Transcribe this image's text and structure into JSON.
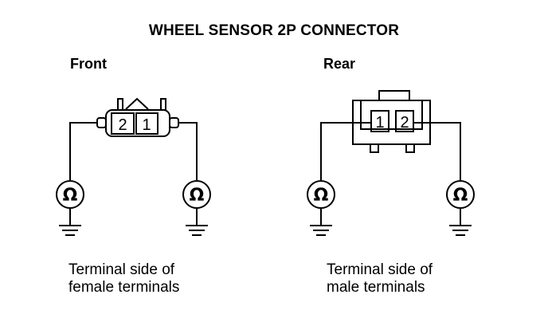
{
  "title": "WHEEL SENSOR 2P CONNECTOR",
  "front": {
    "label": "Front",
    "pins": [
      "2",
      "1"
    ],
    "caption_line1": "Terminal side of",
    "caption_line2": "female terminals"
  },
  "rear": {
    "label": "Rear",
    "pins": [
      "1",
      "2"
    ],
    "caption_line1": "Terminal side of",
    "caption_line2": "male terminals"
  },
  "meter_symbol": "Ω"
}
